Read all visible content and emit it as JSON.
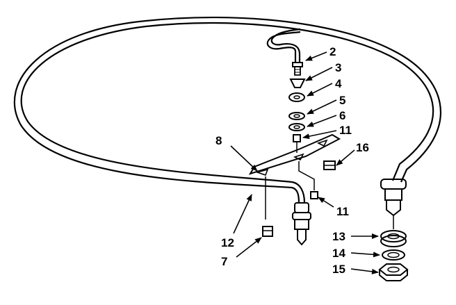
{
  "callouts": {
    "c2": "2",
    "c3": "3",
    "c4": "4",
    "c5": "5",
    "c6": "6",
    "c11a": "11",
    "c16": "16",
    "c8": "8",
    "c11b": "11",
    "c12": "12",
    "c7": "7",
    "c13": "13",
    "c14": "14",
    "c15": "15"
  },
  "colors": {
    "ink": "#000000",
    "paper": "#ffffff"
  }
}
